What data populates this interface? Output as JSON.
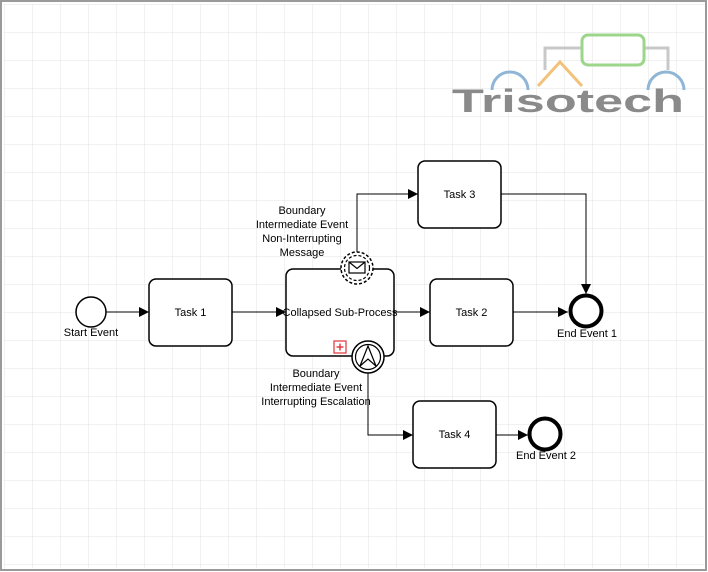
{
  "diagram": {
    "logo": {
      "text": "Trisotech",
      "colors": {
        "blue": "#8fb6d6",
        "green": "#9bd68a",
        "orange": "#f2c27a",
        "gray": "#8a8a8a",
        "light": "#c8c8c8"
      }
    },
    "events": {
      "start": {
        "label": "Start Event"
      },
      "end1": {
        "label": "End Event 1"
      },
      "end2": {
        "label": "End Event 2"
      }
    },
    "tasks": {
      "task1": {
        "label": "Task 1"
      },
      "task2": {
        "label": "Task 2"
      },
      "task3": {
        "label": "Task 3"
      },
      "task4": {
        "label": "Task 4"
      }
    },
    "subprocess": {
      "label": "Collapsed Sub-Process"
    },
    "boundary_message": {
      "label_lines": [
        "Boundary",
        "Intermediate Event",
        "Non-Interrupting",
        "Message"
      ]
    },
    "boundary_escalation": {
      "label_lines": [
        "Boundary",
        "Intermediate Event",
        "Interrupting Escalation"
      ]
    },
    "colors": {
      "stroke": "#000000",
      "grid": "#e3e3e3",
      "border": "#9a9a9a",
      "expand_marker": "#e0333a"
    }
  }
}
